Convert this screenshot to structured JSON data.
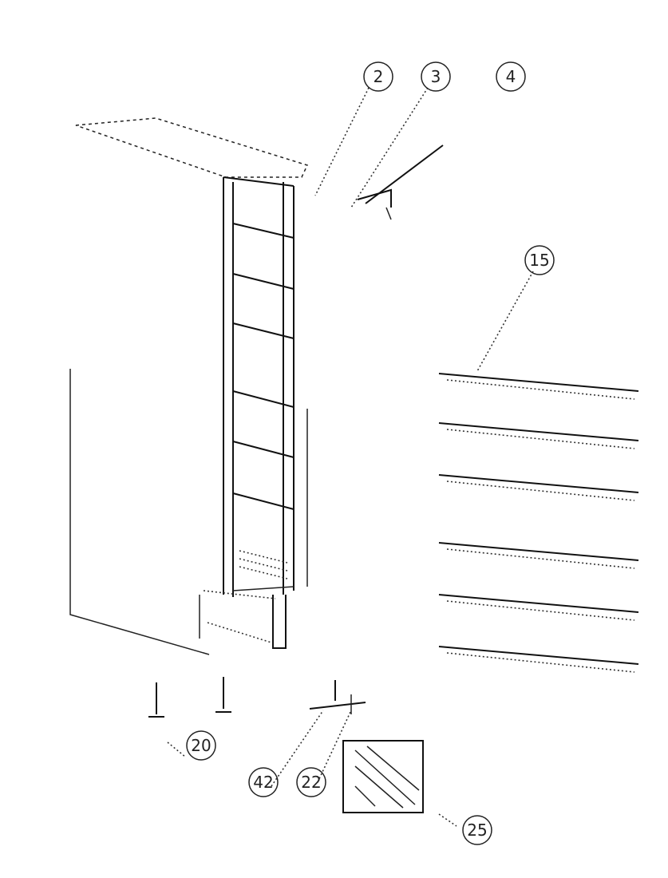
{
  "callouts": [
    {
      "id": "c2",
      "label": "2"
    },
    {
      "id": "c3",
      "label": "3"
    },
    {
      "id": "c4",
      "label": "4"
    },
    {
      "id": "c15",
      "label": "15"
    },
    {
      "id": "c20",
      "label": "20"
    },
    {
      "id": "c42",
      "label": "42"
    },
    {
      "id": "c22",
      "label": "22"
    },
    {
      "id": "c25",
      "label": "25"
    }
  ],
  "colors": {
    "line": "#111111",
    "background": "#ffffff"
  }
}
